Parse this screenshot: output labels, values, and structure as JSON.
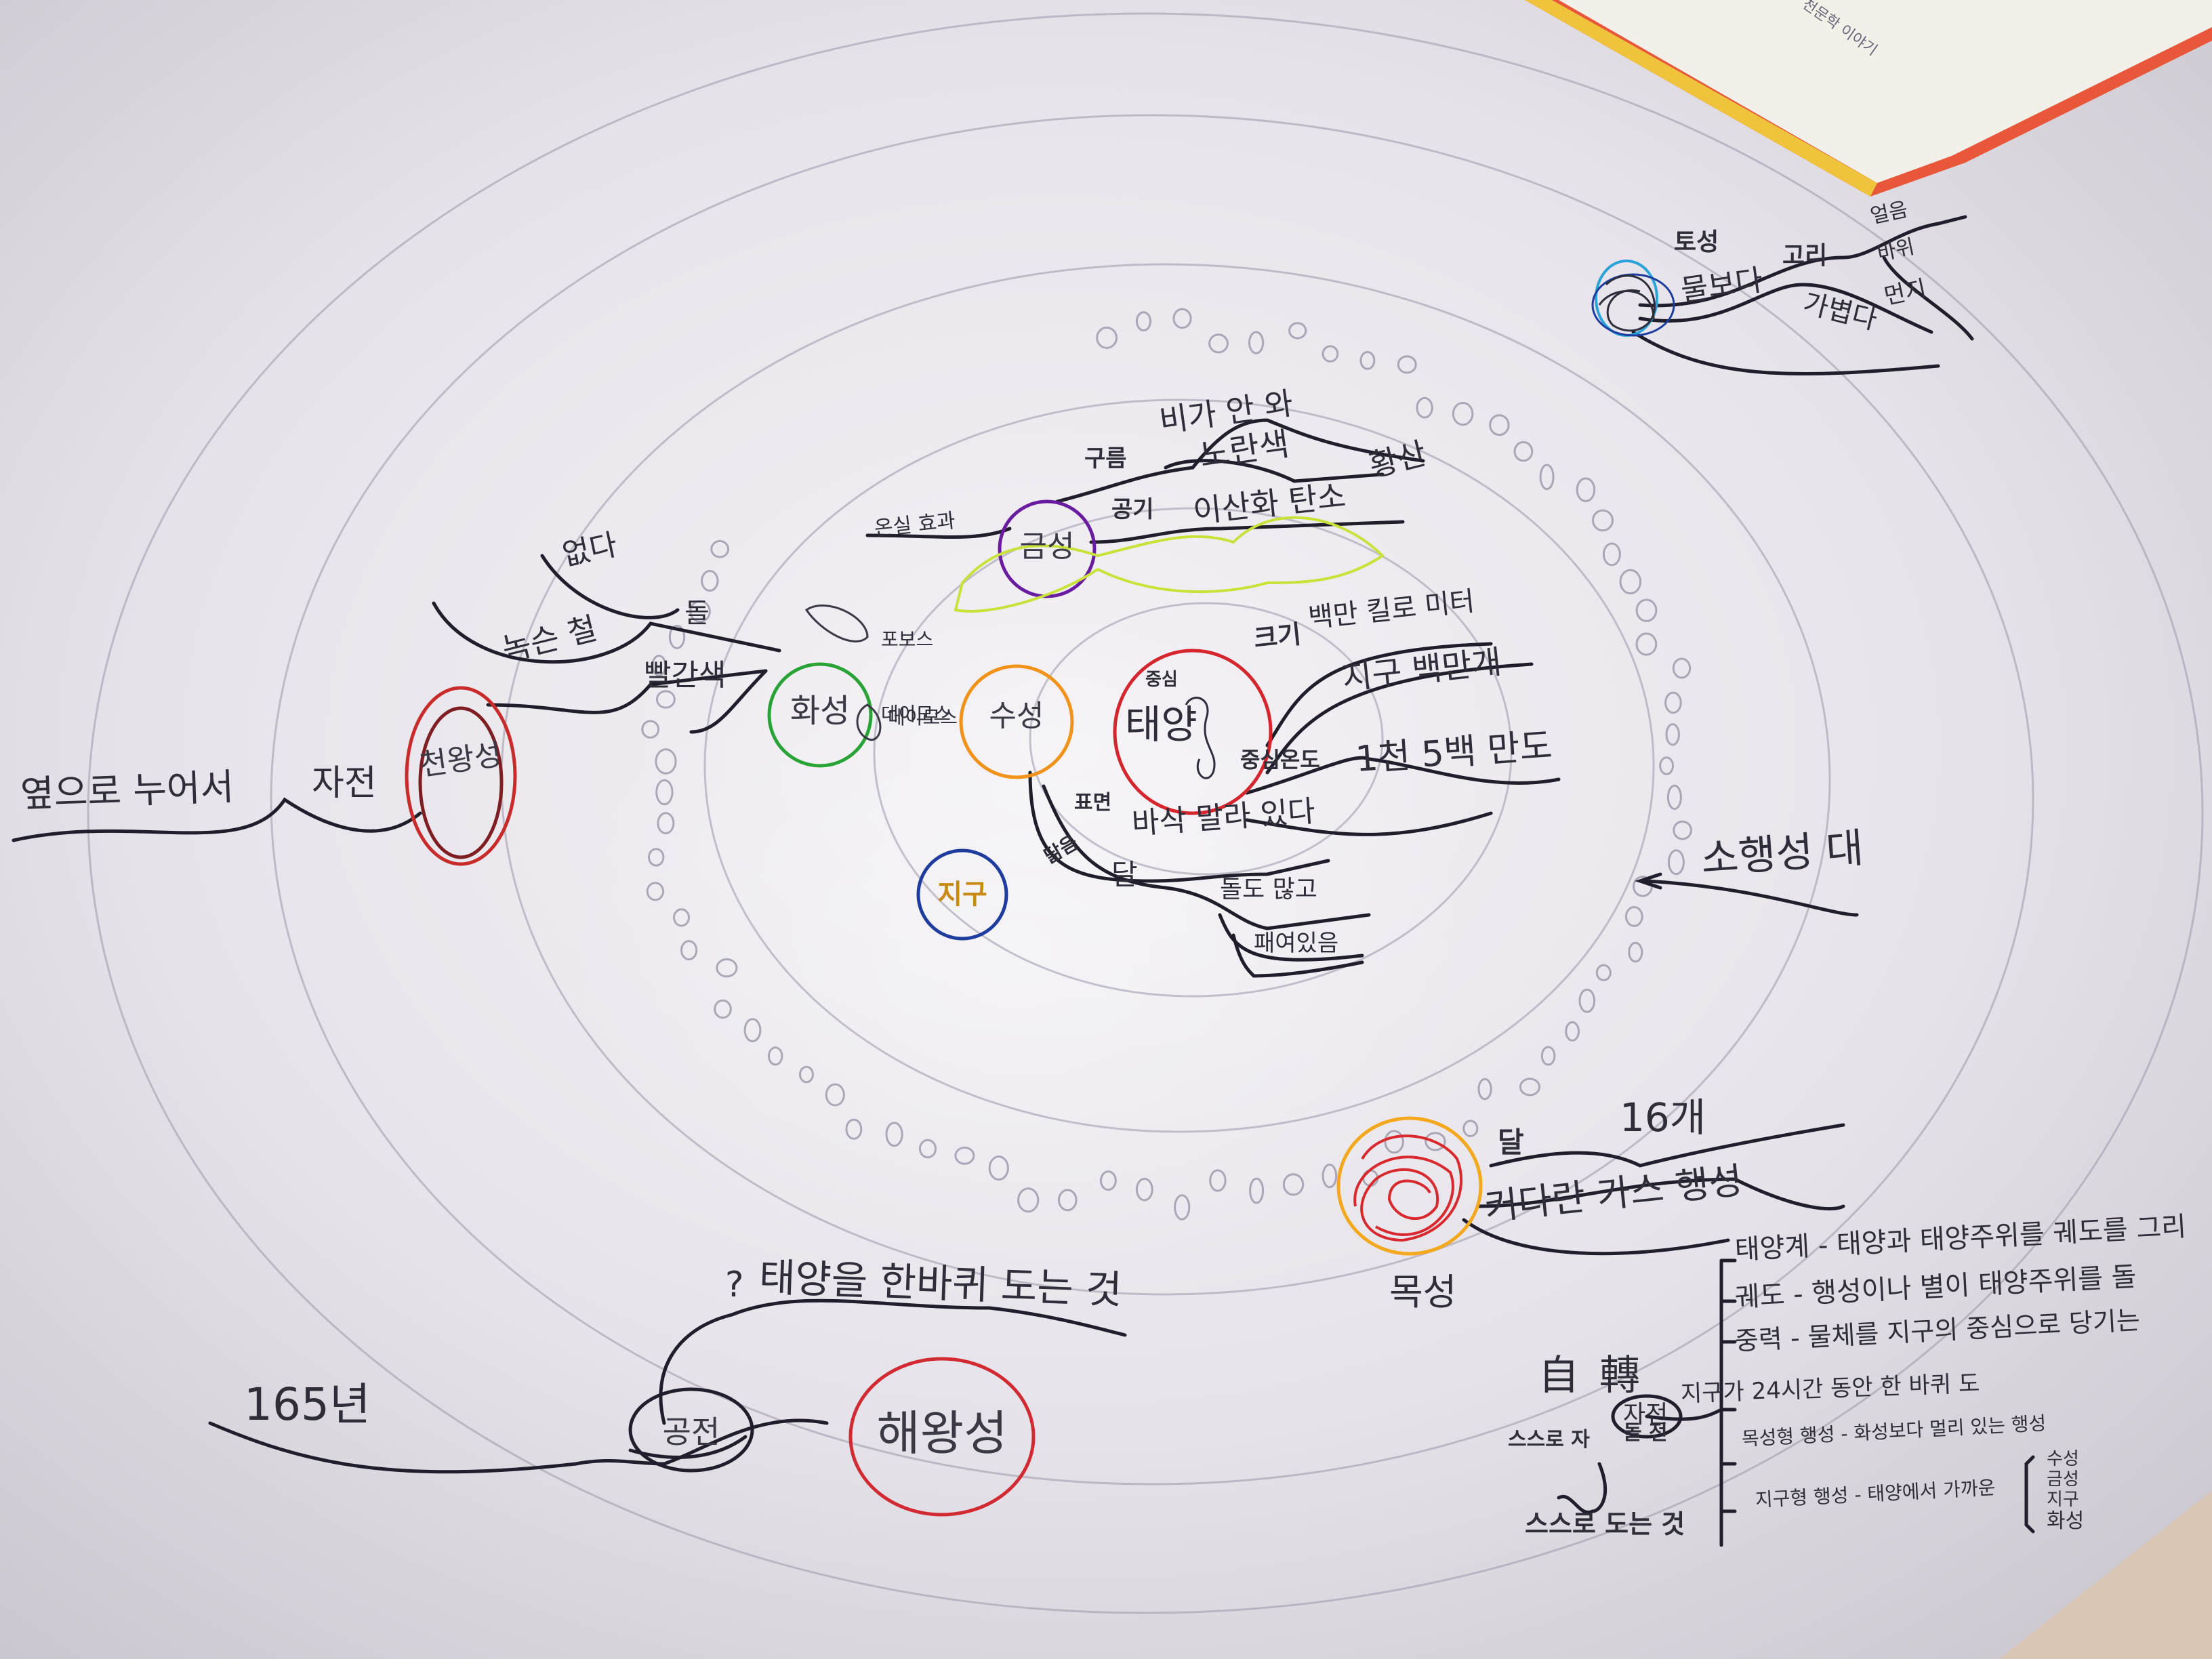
{
  "center": {
    "sun": "태양",
    "sun_top": "중심"
  },
  "sun_branch": {
    "size_key": "크기",
    "size_val": "백만 킬로 미터",
    "earth_ratio": "지구 백만개",
    "temp_key": "중심온도",
    "temp_val": "1천 5백 만도"
  },
  "mercury": {
    "name": "수성",
    "side": "데이모스",
    "surface_key": "표면",
    "surface_val": "바삭 말라 있다",
    "feature_key": "닮음",
    "moon": "달",
    "craters": "돌도 많고",
    "dents": "패여있음"
  },
  "earth": {
    "name": "지구"
  },
  "venus": {
    "name": "금성",
    "greenhouse": "온실 효과",
    "cloud_key": "구름",
    "cloud_val": "비가 안 와",
    "air_key": "공기",
    "yellow": "노란색",
    "color_suffix": "황산",
    "co2": "이산화 탄소"
  },
  "mars": {
    "name": "화성",
    "moon1": "포보스",
    "moon2": "데이모스",
    "absent": "없다",
    "stone": "돌",
    "rust": "녹슨 철",
    "red": "빨간색"
  },
  "uranus": {
    "name": "천왕성",
    "rotation": "자전",
    "lying": "옆으로 누어서"
  },
  "saturn": {
    "name": "토성",
    "key1": "토성",
    "ring": "고리",
    "sub1": "물보다",
    "sub2": "가볍다",
    "rings": [
      "얼음",
      "바위",
      "먼지"
    ]
  },
  "asteroid": {
    "label": "소행성 대"
  },
  "jupiter": {
    "name": "목성",
    "moon_key": "달",
    "moon_val": "16개",
    "big": "커다란 가스 행성"
  },
  "neptune": {
    "name": "해왕성",
    "revolution": "공전",
    "period": "165년",
    "question": "?",
    "definition": "태양을 한바퀴 도는 것"
  },
  "glossary": {
    "title_char_1": "自",
    "title_char_2": "轉",
    "self_reading": "스스로 자",
    "turn_reading": "돌 전",
    "meaning": "스스로 도는 것",
    "rotation": "자전",
    "lines": [
      "태양계 - 태양과 태양주위를 궤도를 그리",
      "궤도 - 행성이나 별이 태양주위를 돌",
      "중력 - 물체를 지구의 중심으로 당기는",
      "지구가 24시간 동안 한 바퀴 도",
      "목성형 행성 - 화성보다 멀리 있는 행성",
      "지구형 행성 - 태양에서 가까운"
    ],
    "terrestrial": [
      "수성",
      "금성",
      "지구",
      "화성"
    ]
  },
  "book": {
    "spine_text": "천문학 이야기"
  }
}
